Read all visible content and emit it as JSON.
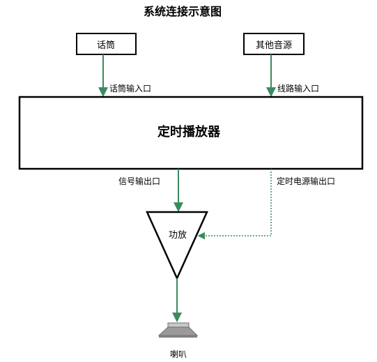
{
  "title": "系统连接示意图",
  "colors": {
    "background": "#ffffff",
    "stroke": "#000000",
    "connector": "#3a8a5e",
    "speaker_body": "#9a9a9a",
    "speaker_top": "#c8c8c8"
  },
  "nodes": {
    "microphone": {
      "label": "话筒"
    },
    "other_source": {
      "label": "其他音源"
    },
    "timer_player": {
      "label": "定时播放器"
    },
    "amplifier": {
      "label": "功放"
    },
    "speaker": {
      "label": "喇叭"
    }
  },
  "ports": {
    "mic_input": "话筒输入口",
    "line_input": "线路输入口",
    "signal_output": "信号输出口",
    "timer_power_output": "定时电源输出口"
  },
  "icons": {
    "speaker": "speaker-icon"
  }
}
